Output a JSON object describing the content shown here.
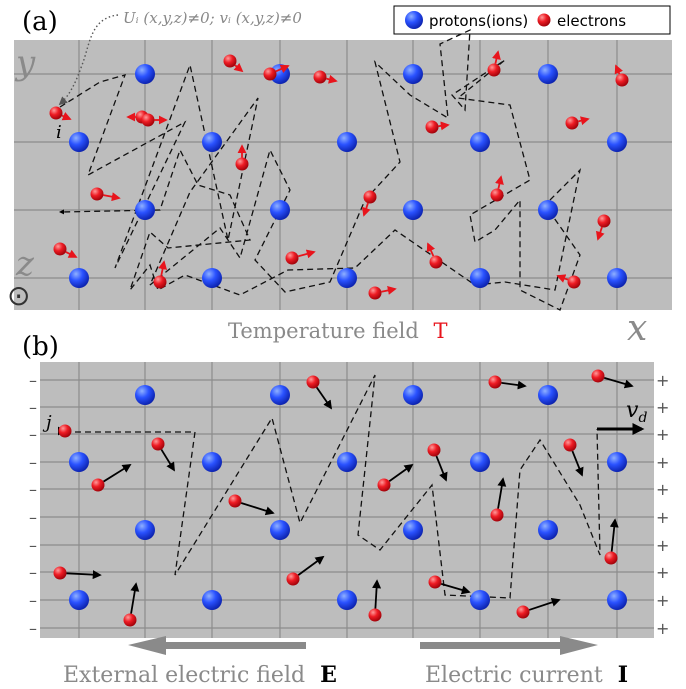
{
  "panel_a": {
    "label": "(a)",
    "condition_text": "Uᵢ (x,y,z)≠0; vᵢ (x,y,z)≠0",
    "particle_label": "i",
    "axis_y": "y",
    "axis_z": "z",
    "axis_x": "x",
    "out_of_plane_symbol": "⊙",
    "caption_prefix": "Temperature field",
    "caption_symbol": "T"
  },
  "legend": {
    "protons_label": "protons(ions)",
    "electrons_label": "electrons"
  },
  "panel_b": {
    "label": "(b)",
    "particle_label": "j",
    "drift_velocity": "v",
    "drift_subscript": "d",
    "minus_sign": "–",
    "plus_sign": "+",
    "field_label": "External electric field",
    "field_symbol": "E",
    "current_label": "Electric current",
    "current_symbol": "I"
  },
  "colors": {
    "background_panel": "#bdbdbd",
    "grid": "#8c8c8c",
    "proton": "#1a3cff",
    "electron": "#e8141c",
    "caption_gray": "#8a8a8a",
    "accent_red": "#e8141c"
  }
}
